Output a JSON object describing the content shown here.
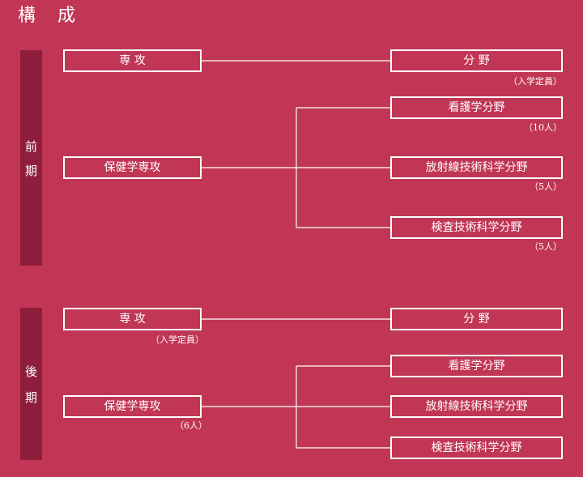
{
  "title": "構 成",
  "first_half": {
    "band_chars": [
      "前",
      "期"
    ],
    "major_box": "専 攻",
    "field_box": "分 野",
    "capacity_note": "（入学定員）",
    "health_major": "保健学専攻",
    "fields": [
      {
        "label": "看護学分野",
        "capacity": "（10人）"
      },
      {
        "label": "放射線技術科学分野",
        "capacity": "（5人）"
      },
      {
        "label": "検査技術科学分野",
        "capacity": "（5人）"
      }
    ]
  },
  "second_half": {
    "band_chars": [
      "後",
      "期"
    ],
    "major_box": "専 攻",
    "field_box": "分 野",
    "capacity_note": "（入学定員）",
    "health_major": "保健学専攻",
    "health_capacity": "（6人）",
    "fields": [
      {
        "label": "看護学分野"
      },
      {
        "label": "放射線技術科学分野"
      },
      {
        "label": "検査技術科学分野"
      }
    ]
  }
}
